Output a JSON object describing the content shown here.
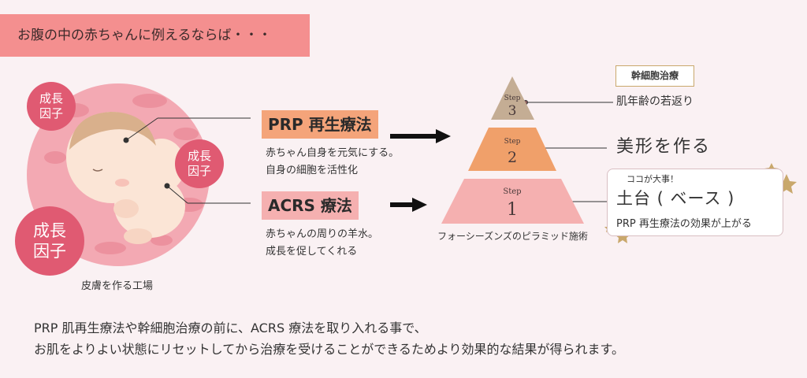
{
  "banner": "お腹の中の赤ちゃんに例えるならば・・・",
  "badges": {
    "top_left": "成長\n因子",
    "right": "成長\n因子",
    "bottom_left": "成長\n因子"
  },
  "factory_caption": "皮膚を作る工場",
  "therapies": [
    {
      "title": "PRP 再生療法",
      "desc": [
        "赤ちゃん自身を元気にする。",
        "自身の細胞を活性化"
      ]
    },
    {
      "title": "ACRS 療法",
      "desc": [
        "赤ちゃんの周りの羊水。",
        "成長を促してくれる"
      ]
    }
  ],
  "pyramid": {
    "caption": "フォーシーズンズのピラミッド施術",
    "steps": [
      {
        "label": "Step",
        "num": "3",
        "color": "#c4ad94"
      },
      {
        "label": "Step",
        "num": "2",
        "color": "#f0a06a"
      },
      {
        "label": "Step",
        "num": "1",
        "color": "#f5b0b0"
      }
    ]
  },
  "right": {
    "stem_box": "幹細胞治療",
    "young": "肌年齢の若返り",
    "beauty": "美形を作る",
    "key": "ココが大事！",
    "base": "土台 ( ベース )",
    "effect": "PRP 再生療法の効果が上がる"
  },
  "summary": [
    "PRP 肌再生療法や幹細胞治療の前に、ACRS 療法を取り入れる事で、",
    "お肌をよりよい状態にリセットしてから治療を受けることができるためより効果的な結果が得られます。"
  ]
}
